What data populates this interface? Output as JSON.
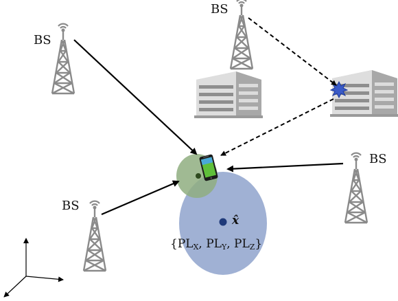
{
  "labels": {
    "bs_top_left": "BS",
    "bs_top_center": "BS",
    "bs_right": "BS",
    "bs_bottom_left": "BS",
    "estimate": "x̂",
    "pathloss_set": "{PL_X, PL_Y, PL_Z}"
  },
  "pathloss_set_parts": {
    "open": "{",
    "t1": "PL",
    "s1": "X",
    "sep1": ", ",
    "t2": "PL",
    "s2": "Y",
    "sep2": ", ",
    "t3": "PL",
    "s3": "Z",
    "close": "}"
  },
  "icons": {
    "towers": "cell-tower-icon",
    "buildings": "office-building-icon",
    "phone": "smartphone-icon",
    "reflection": "reflection-point-icon"
  },
  "colors": {
    "tower": "#8a8a8a",
    "building": "#9a9a9a",
    "green_region": "#8fae80",
    "blue_region": "#8fa3cc",
    "estimate_dot": "#1f3a7a",
    "true_dot": "#2e4a1e",
    "reflection": "#3a5bc8",
    "arrow": "#000000"
  }
}
